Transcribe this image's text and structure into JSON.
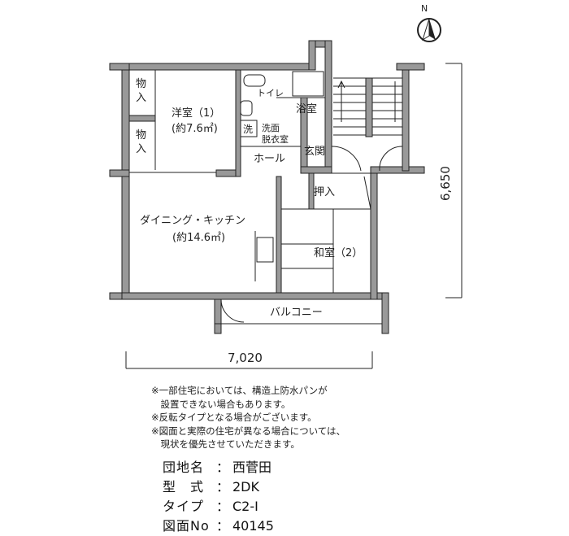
{
  "compass": {
    "label": "N"
  },
  "rooms": {
    "western_room": {
      "name": "洋室（1）",
      "area": "(約7.6㎡)"
    },
    "dining_kitchen": {
      "name": "ダイニング・キッチン",
      "area": "(約14.6㎡)"
    },
    "japanese_room": {
      "name": "和室（2）"
    },
    "bathroom": "浴室",
    "toilet": "トイレ",
    "washroom": [
      "洗面",
      "脱衣室"
    ],
    "washer": "洗",
    "hall": "ホール",
    "entrance": "玄関",
    "closet_oshiire": "押入",
    "storage_top": [
      "物",
      "入"
    ],
    "storage_bottom": [
      "物",
      "入"
    ],
    "balcony": "バルコニー"
  },
  "dimensions": {
    "width": "7,020",
    "depth": "6,650"
  },
  "notes": [
    "※一部住宅においては、構造上防水パンが",
    "　設置できない場合もあります。",
    "※反転タイプとなる場合がございます。",
    "※図面と実際の住宅が異なる場合については、",
    "　現状を優先させていただきます。"
  ],
  "info": [
    {
      "key": "団地名",
      "value": "西菅田"
    },
    {
      "key": "型　式",
      "value": "2DK"
    },
    {
      "key": "タイプ",
      "value": "C2-I"
    },
    {
      "key": "図面No",
      "value": "40145"
    }
  ]
}
